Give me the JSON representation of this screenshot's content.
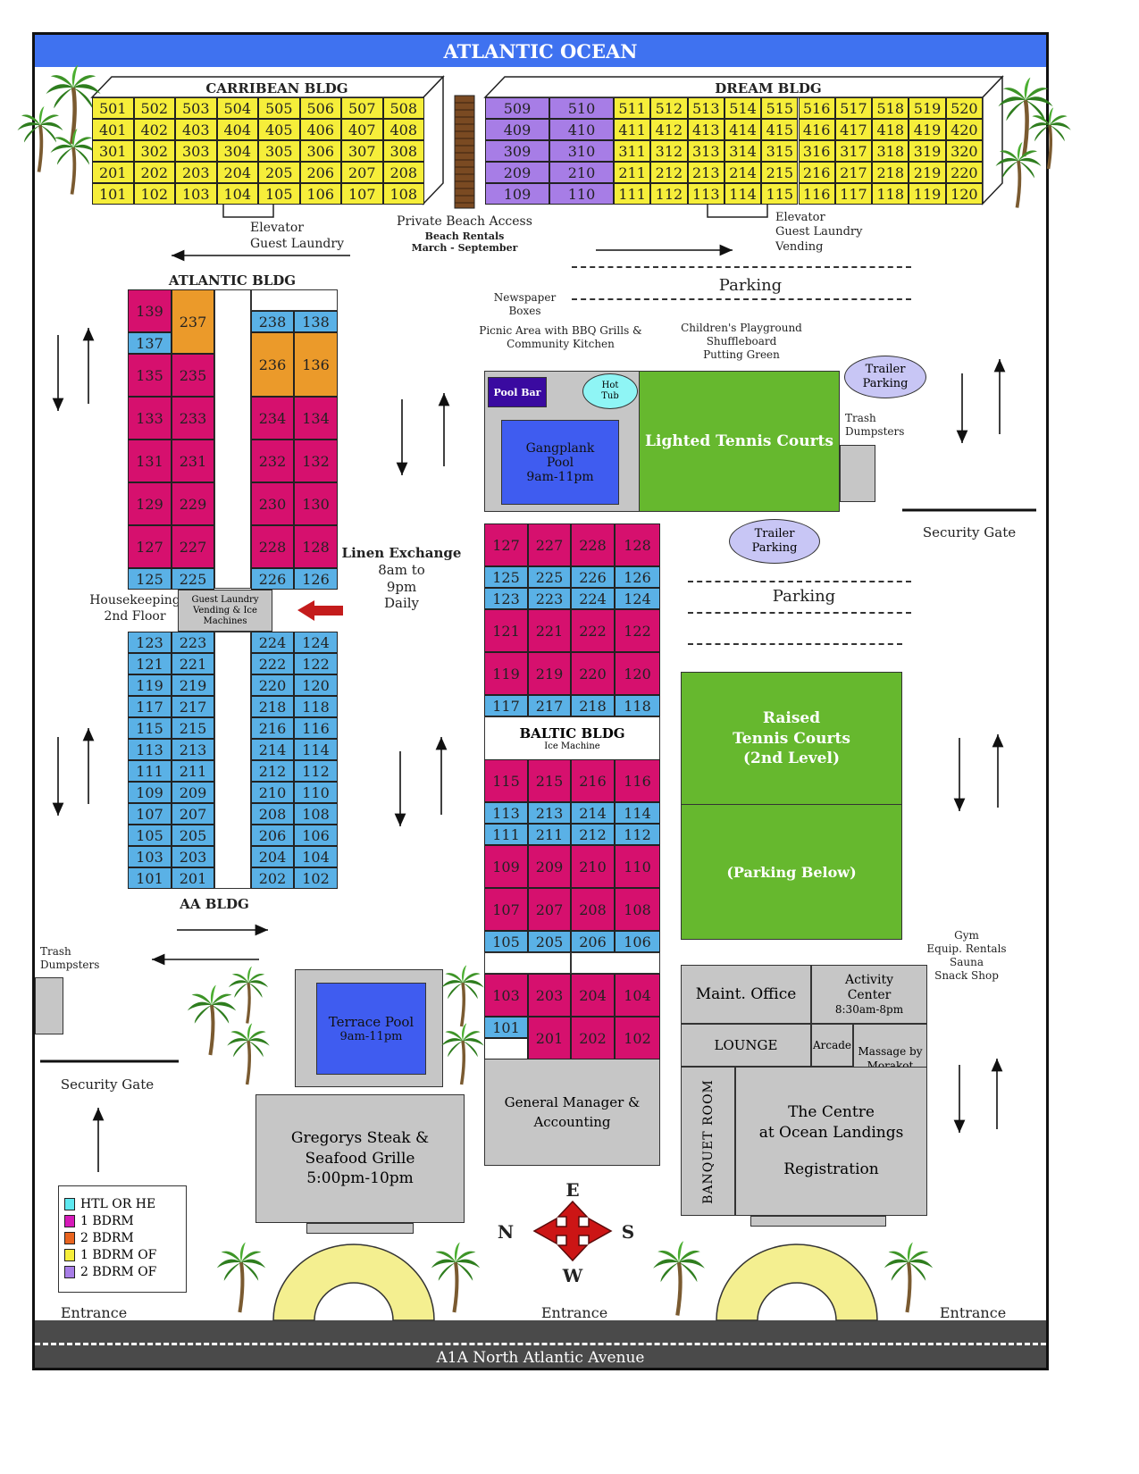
{
  "ocean_label": "ATLANTIC OCEAN",
  "road_label": "A1A North Atlantic Avenue",
  "buildings": {
    "carribean": "CARRIBEAN BLDG",
    "dream": "DREAM BLDG",
    "atlantic": "ATLANTIC BLDG",
    "aa": "AA BLDG",
    "baltic": "BALTIC BLDG"
  },
  "carribean_rows": [
    [
      "501",
      "502",
      "503",
      "504",
      "505",
      "506",
      "507",
      "508"
    ],
    [
      "401",
      "402",
      "403",
      "404",
      "405",
      "406",
      "407",
      "408"
    ],
    [
      "301",
      "302",
      "303",
      "304",
      "305",
      "306",
      "307",
      "308"
    ],
    [
      "201",
      "202",
      "203",
      "204",
      "205",
      "206",
      "207",
      "208"
    ],
    [
      "101",
      "102",
      "103",
      "104",
      "105",
      "106",
      "107",
      "108"
    ]
  ],
  "dream_purple_rows": [
    [
      "509",
      "510"
    ],
    [
      "409",
      "410"
    ],
    [
      "309",
      "310"
    ],
    [
      "209",
      "210"
    ],
    [
      "109",
      "110"
    ]
  ],
  "dream_yellow_rows": [
    [
      "511",
      "512",
      "513",
      "514",
      "515",
      "516",
      "517",
      "518",
      "519",
      "520"
    ],
    [
      "411",
      "412",
      "413",
      "414",
      "415",
      "416",
      "417",
      "418",
      "419",
      "420"
    ],
    [
      "311",
      "312",
      "313",
      "314",
      "315",
      "316",
      "317",
      "318",
      "319",
      "320"
    ],
    [
      "211",
      "212",
      "213",
      "214",
      "215",
      "216",
      "217",
      "218",
      "219",
      "220"
    ],
    [
      "111",
      "112",
      "113",
      "114",
      "115",
      "116",
      "117",
      "118",
      "119",
      "120"
    ]
  ],
  "labels": {
    "elevator_left_1": "Elevator",
    "elevator_left_2": "Guest Laundry",
    "beach_access": "Private Beach Access",
    "beach_rentals": "Beach Rentals",
    "beach_months": "March - September",
    "elevator_right_1": "Elevator",
    "elevator_right_2": "Guest Laundry",
    "elevator_right_3": "Vending",
    "parking_top": "Parking",
    "newspaper_1": "Newspaper",
    "newspaper_2": "Boxes",
    "picnic_1": "Picnic Area with BBQ Grills &",
    "picnic_2": "Community Kitchen",
    "playground_1": "Children's Playground",
    "playground_2": "Shuffleboard",
    "playground_3": "Putting Green",
    "trailer_1a": "Trailer",
    "trailer_1b": "Parking",
    "trash_right_1": "Trash",
    "trash_right_2": "Dumpsters",
    "pool_bar": "Pool Bar",
    "hot_tub_1": "Hot",
    "hot_tub_2": "Tub",
    "gangplank_1": "Gangplank",
    "gangplank_2": "Pool",
    "gangplank_3": "9am-11pm",
    "lighted_tennis": "Lighted Tennis Courts",
    "security_gate_right": "Security Gate",
    "trailer_2a": "Trailer",
    "trailer_2b": "Parking",
    "parking_mid": "Parking",
    "linen_1": "Linen Exchange",
    "linen_2": "8am to",
    "linen_3": "9pm",
    "linen_4": "Daily",
    "housekeeping_1": "Housekeeping",
    "housekeeping_2": "2nd Floor",
    "laundry_1": "Guest Laundry",
    "laundry_2": "Vending & Ice",
    "laundry_3": "Machines",
    "baltic_ice": "Ice Machine",
    "raised_1": "Raised",
    "raised_2": "Tennis Courts",
    "raised_3": "(2nd Level)",
    "parking_below": "(Parking Below)",
    "gym_1": "Gym",
    "gym_2": "Equip. Rentals",
    "gym_3": "Sauna",
    "gym_4": "Snack Shop",
    "trash_left_1": "Trash",
    "trash_left_2": "Dumpsters",
    "terrace_1": "Terrace Pool",
    "terrace_2": "9am-11pm",
    "security_gate_left": "Security Gate",
    "gregorys_1": "Gregorys Steak &",
    "gregorys_2": "Seafood Grille",
    "gregorys_3": "5:00pm-10pm",
    "gm_1": "General Manager &",
    "gm_2": "Accounting",
    "maint": "Maint. Office",
    "activity_1": "Activity",
    "activity_2": "Center",
    "activity_3": "8:30am-8pm",
    "lounge": "LOUNGE",
    "arcade": "Arcade",
    "massage_1": "Massage by",
    "massage_2": "Morakot",
    "banquet": "BANQUET ROOM",
    "centre_1": "The Centre",
    "centre_2": "at Ocean Landings",
    "centre_3": "Registration",
    "entrance_left": "Entrance",
    "entrance_mid": "Entrance",
    "entrance_right": "Entrance",
    "compass_e": "E",
    "compass_w": "W",
    "compass_n": "N",
    "compass_s": "S"
  },
  "legend": [
    {
      "label": "HTL OR HE",
      "color": "#5ee8f0"
    },
    {
      "label": "1 BDRM",
      "color": "#d61ab9"
    },
    {
      "label": "2 BDRM",
      "color": "#e8641f"
    },
    {
      "label": "1 BDRM OF",
      "color": "#f6ee3a"
    },
    {
      "label": "2 BDRM OF",
      "color": "#a77de6"
    }
  ],
  "colors": {
    "ocean": "#3f72f0",
    "road": "#4a4a4a",
    "one_bdrm_of": "#f6ee3a",
    "two_bdrm_of": "#a77de6",
    "magenta_units": "#d6106e",
    "blue_units": "#5ab1e6",
    "orange_units": "#eb9a2a",
    "tennis": "#66b82e",
    "pool": "#3f5cf0",
    "building_grey": "#c6c6c6",
    "compass": "#cc1515"
  },
  "atlantic_left_units": [
    {
      "a": "139",
      "b": "237"
    },
    {
      "a": "137"
    },
    {
      "a": "135",
      "b": "235"
    },
    {
      "a": "133",
      "b": "233"
    },
    {
      "a": "131",
      "b": "231"
    },
    {
      "a": "129",
      "b": "229"
    },
    {
      "a": "127",
      "b": "227"
    },
    {
      "a": "125",
      "b": "225"
    }
  ],
  "atlantic_right_units": [
    {
      "a": "238",
      "b": "138"
    },
    {
      "a": "236",
      "b": "136"
    },
    {
      "a": "234",
      "b": "134"
    },
    {
      "a": "232",
      "b": "132"
    },
    {
      "a": "230",
      "b": "130"
    },
    {
      "a": "228",
      "b": "128"
    },
    {
      "a": "226",
      "b": "126"
    }
  ],
  "aa_left_units": [
    [
      "123",
      "223"
    ],
    [
      "121",
      "221"
    ],
    [
      "119",
      "219"
    ],
    [
      "117",
      "217"
    ],
    [
      "115",
      "215"
    ],
    [
      "113",
      "213"
    ],
    [
      "111",
      "211"
    ],
    [
      "109",
      "209"
    ],
    [
      "107",
      "207"
    ],
    [
      "105",
      "205"
    ],
    [
      "103",
      "203"
    ],
    [
      "101",
      "201"
    ]
  ],
  "aa_right_units": [
    [
      "224",
      "124"
    ],
    [
      "222",
      "122"
    ],
    [
      "220",
      "120"
    ],
    [
      "218",
      "118"
    ],
    [
      "216",
      "116"
    ],
    [
      "214",
      "114"
    ],
    [
      "212",
      "112"
    ],
    [
      "210",
      "110"
    ],
    [
      "208",
      "108"
    ],
    [
      "206",
      "106"
    ],
    [
      "204",
      "104"
    ],
    [
      "202",
      "102"
    ]
  ],
  "baltic_upper": [
    {
      "units": [
        "127",
        "227",
        "228",
        "128"
      ],
      "kind": "m"
    },
    {
      "units": [
        "125",
        "225",
        "226",
        "126"
      ],
      "kind": "b"
    },
    {
      "units": [
        "123",
        "223",
        "224",
        "124"
      ],
      "kind": "b"
    },
    {
      "units": [
        "121",
        "221",
        "222",
        "122"
      ],
      "kind": "m"
    },
    {
      "units": [
        "119",
        "219",
        "220",
        "120"
      ],
      "kind": "m"
    },
    {
      "units": [
        "117",
        "217",
        "218",
        "118"
      ],
      "kind": "b"
    }
  ],
  "baltic_lower": [
    {
      "units": [
        "115",
        "215",
        "216",
        "116"
      ],
      "kind": "m"
    },
    {
      "units": [
        "113",
        "213",
        "214",
        "114"
      ],
      "kind": "b"
    },
    {
      "units": [
        "111",
        "211",
        "212",
        "112"
      ],
      "kind": "b"
    },
    {
      "units": [
        "109",
        "209",
        "210",
        "110"
      ],
      "kind": "m"
    },
    {
      "units": [
        "107",
        "207",
        "208",
        "108"
      ],
      "kind": "m"
    },
    {
      "units": [
        "105",
        "205",
        "206",
        "106"
      ],
      "kind": "b"
    }
  ],
  "baltic_bottom": {
    "r1": [
      "103",
      "203",
      "204",
      "104"
    ],
    "r2_left": "101",
    "r2": [
      "201",
      "202",
      "102"
    ]
  }
}
